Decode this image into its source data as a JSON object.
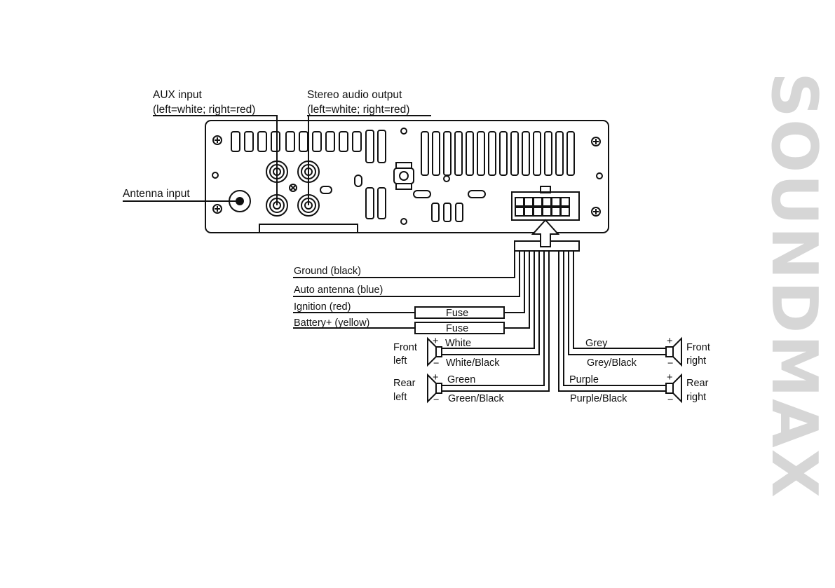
{
  "brand": "SOUNDMAX",
  "labels": {
    "aux_input": "AUX input",
    "aux_input_note": "(left=white; right=red)",
    "stereo_output": "Stereo audio output",
    "stereo_output_note": "(left=white; right=red)",
    "antenna_input": "Antenna input",
    "ground": "Ground (black)",
    "auto_antenna": "Auto antenna (blue)",
    "ignition": "Ignition (red)",
    "battery": "Battery+ (yellow)",
    "fuse_1": "Fuse",
    "fuse_2": "Fuse",
    "white": "White",
    "white_black": "White/Black",
    "green": "Green",
    "green_black": "Green/Black",
    "grey": "Grey",
    "grey_black": "Grey/Black",
    "purple": "Purple",
    "purple_black": "Purple/Black",
    "front_left_1": "Front",
    "front_left_2": "left",
    "rear_left_1": "Rear",
    "rear_left_2": "left",
    "front_right_1": "Front",
    "front_right_2": "right",
    "rear_right_1": "Rear",
    "rear_right_2": "right",
    "plus": "+",
    "minus": "−"
  }
}
